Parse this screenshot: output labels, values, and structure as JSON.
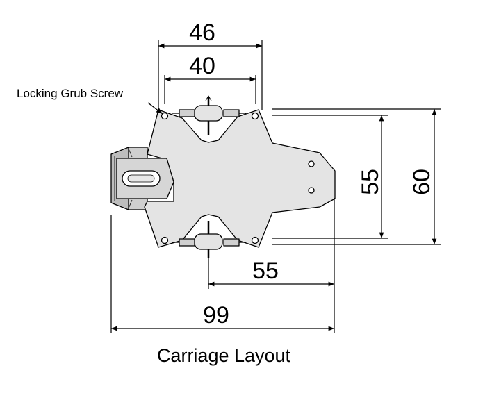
{
  "annotation": {
    "label": "Locking Grub Screw"
  },
  "dimensions": {
    "outer_width": "46",
    "inner_width": "40",
    "rail_span": "55",
    "body_height": "60",
    "wheel_offset": "55",
    "overall_length": "99"
  },
  "caption": "Carriage Layout",
  "colors": {
    "body_fill": "#e4e4e4",
    "line": "#000000",
    "block_dark": "#bdbdbd",
    "background": "#ffffff"
  }
}
